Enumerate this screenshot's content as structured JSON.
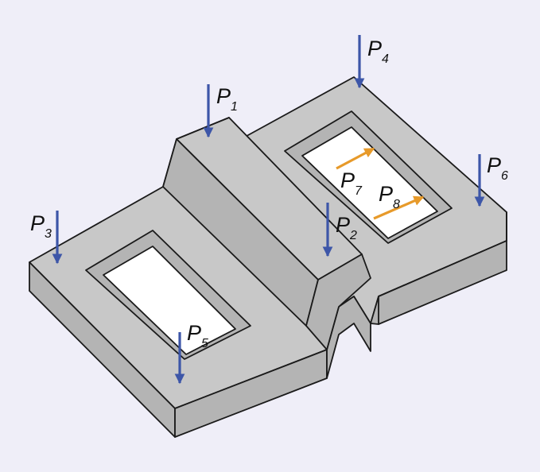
{
  "colors": {
    "background": "#efeef8",
    "part_face": "#c8c8c8",
    "part_side": "#b4b4b4",
    "part_outline": "#1a1a1a",
    "hole_fill": "#ffffff",
    "vertical_load": "#3d56a8",
    "horizontal_load": "#e79a2a"
  },
  "loads": [
    {
      "id": "P1",
      "symbol": "P",
      "index": "1",
      "direction": "vertical",
      "color_key": "vertical_load"
    },
    {
      "id": "P2",
      "symbol": "P",
      "index": "2",
      "direction": "vertical",
      "color_key": "vertical_load"
    },
    {
      "id": "P3",
      "symbol": "P",
      "index": "3",
      "direction": "vertical",
      "color_key": "vertical_load"
    },
    {
      "id": "P4",
      "symbol": "P",
      "index": "4",
      "direction": "vertical",
      "color_key": "vertical_load"
    },
    {
      "id": "P5",
      "symbol": "P",
      "index": "5",
      "direction": "vertical",
      "color_key": "vertical_load"
    },
    {
      "id": "P6",
      "symbol": "P",
      "index": "6",
      "direction": "vertical",
      "color_key": "vertical_load"
    },
    {
      "id": "P7",
      "symbol": "P",
      "index": "7",
      "direction": "horizontal",
      "color_key": "horizontal_load"
    },
    {
      "id": "P8",
      "symbol": "P",
      "index": "8",
      "direction": "horizontal",
      "color_key": "horizontal_load"
    }
  ]
}
